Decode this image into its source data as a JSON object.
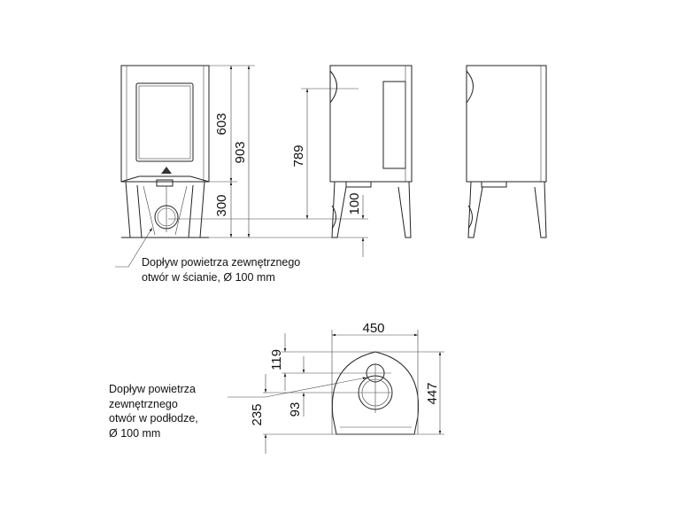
{
  "front_view": {
    "dims": {
      "upper_body": "603",
      "total_height": "903",
      "leg_height": "300",
      "inlet_height": "789",
      "inlet_offset": "100"
    },
    "note": {
      "line1": "Dopływ powietrza zewnętrznego",
      "line2": "otwór w ścianie, Ø 100 mm"
    }
  },
  "top_view": {
    "dims": {
      "width": "450",
      "depth": "447",
      "top_offset": "119",
      "hole_offset": "93",
      "hole_from_back": "235"
    },
    "note": {
      "line1": "Dopływ powietrza",
      "line2": "zewnętrznego",
      "line3": "otwór w podłodze,",
      "line4": "Ø 100 mm"
    }
  },
  "colors": {
    "line": "#222222",
    "background": "#ffffff"
  }
}
